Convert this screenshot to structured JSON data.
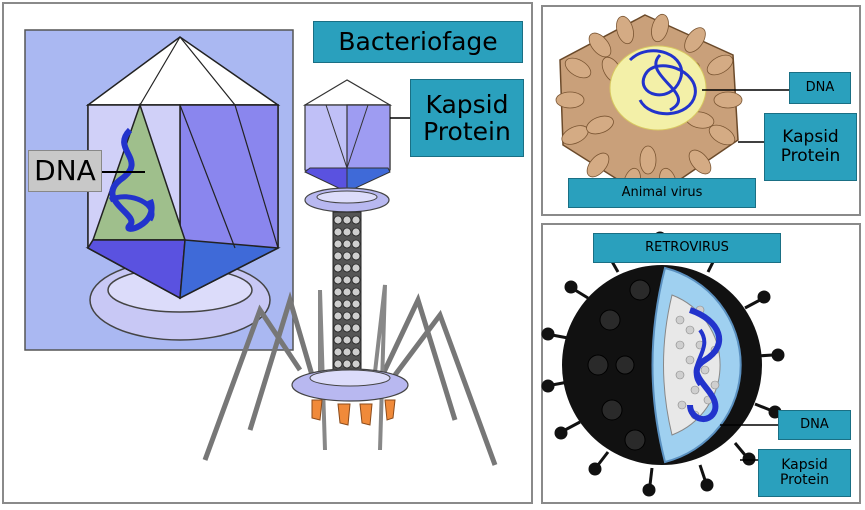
{
  "labels": {
    "bacteriofage": "Bacteriofage",
    "kapsid_protein_phage": "Kapsid\nProtein",
    "dna_phage": "DNA",
    "dna_animal": "DNA",
    "kapsid_protein_animal": "Kapsid\nProtein",
    "animal_virus": "Animal virus",
    "retrovirus": "RETROVIRUS",
    "dna_retro": "DNA",
    "kapsid_protein_retro": "Kapsid\nProtein"
  },
  "colors": {
    "label_fill": "#2aa0bd",
    "capsid_light": "#c9c9f7",
    "capsid_mid": "#8f8cf0",
    "capsid_dark": "#5a52e0",
    "dna_blue": "#2233cc",
    "animal_shell": "#c9a07a",
    "retro_body": "#111111",
    "retro_membrane": "#9fd0f0"
  }
}
